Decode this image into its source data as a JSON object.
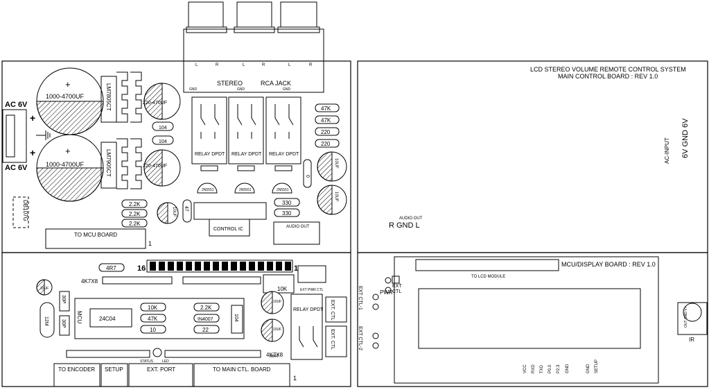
{
  "left_board": {
    "ac_label_top": "AC 6V",
    "ac_label_bottom": "AC 6V",
    "cap_big_1": "1000-4700UF",
    "cap_big_2": "1000-4700UF",
    "reg_1": "LM7805CT",
    "reg_2": "LM7905CT",
    "cap_small_1": "220-470UF",
    "cap_small_2": "220-470UF",
    "ceramic_1": "104",
    "ceramic_2": "104",
    "bridge": "DB107G",
    "r_left": [
      "2.2K",
      "2.2K",
      "2.2K"
    ],
    "cap_10uf_mid": "10UF",
    "r_47": "47",
    "rca_title_stereo": "STEREO",
    "rca_title_jack": "RCA JACK",
    "rca_gnd": [
      "GND",
      "GND",
      "GND"
    ],
    "rca_pins": [
      "L",
      "R",
      "L",
      "R",
      "L",
      "R"
    ],
    "relays": [
      "RELAY DPDT",
      "RELAY DPDT",
      "RELAY DPDT"
    ],
    "transistors": [
      "2N5551",
      "2N5551",
      "2N5551"
    ],
    "r_right": [
      "47K",
      "47K",
      "220",
      "220"
    ],
    "cap_10uf_right": [
      "10UF",
      "10UF"
    ],
    "r_330": [
      "330",
      "330"
    ],
    "diode_0": "0",
    "control_ic": "CONTROL IC",
    "audio_out": "AUDIO OUT",
    "mcu_conn": "TO MCU BOARD",
    "pin1": "1"
  },
  "lower_left_board": {
    "r_4r7": "4R7",
    "pin16": "16",
    "pin1_led": "1",
    "sip_left": "4K7X8",
    "sip_right": "4K7X8",
    "crystal": "12M",
    "cap_30p": [
      "30P",
      "30P"
    ],
    "cap_10uf": "10UF",
    "mcu": "MCU",
    "eeprom": "24C04",
    "r_mid": [
      "10K",
      "47K",
      "10"
    ],
    "r_mid2": [
      "2.2K",
      "IN4007",
      "22"
    ],
    "cap_104": "104",
    "cap_10uf_r": [
      "10UF",
      "10UF"
    ],
    "r_10k": "10K",
    "ext_pwr_ctl": "EXT PWR CTL",
    "relay": "RELAY DPDT",
    "ext_ctl_1": "EXT. CTL",
    "ext_ctl_2": "EXT. CTL",
    "r_8647": "8647",
    "status": "STATUS",
    "led": "LED",
    "conn_labels": [
      "TO ENCODER",
      "SETUP",
      "EXT. PORT",
      "TO MAIN CTL. BOARD"
    ],
    "pin1_conn": "1"
  },
  "right_top_board": {
    "title_1": "LCD STEREO VOLUME REMOTE CONTROL SYSTEM",
    "title_2": "MAIN CONTROL BOARD : REV 1.0",
    "ac_input": "AC-INPUT",
    "ac_pins": "6V GND 6V",
    "audio_out": "AUDIO OUT",
    "audio_pins": "R  GND  L"
  },
  "right_bottom_board": {
    "title": "MCU/DISPLAY BOARD : REV 1.0",
    "lcd_module": "TO LCD MODULE",
    "pwr": "PWR",
    "ext": "EXT",
    "ctl": "CTL",
    "ext_ctl_1": "EXT CTL-1",
    "ext_ctl_2": "EXT CTL-2",
    "pins": [
      "VCC",
      "RXD",
      "TXD",
      "P0.0",
      "P2.3",
      "GND",
      "GND",
      "SETUP"
    ],
    "ir": "IR",
    "ir_pins": "OUT GND V+"
  }
}
